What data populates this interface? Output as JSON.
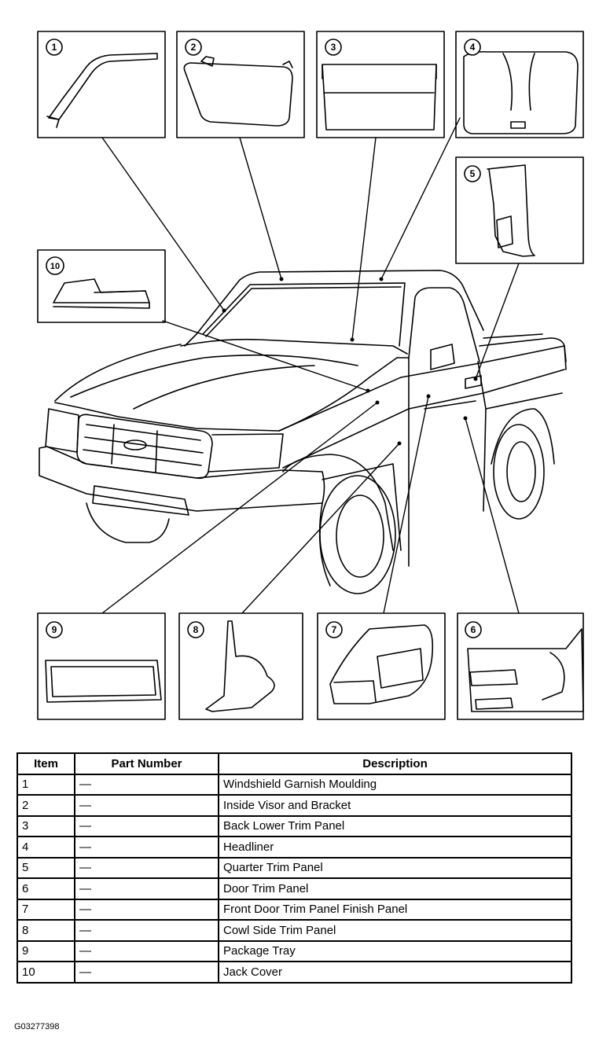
{
  "callouts": [
    {
      "item": "1"
    },
    {
      "item": "2"
    },
    {
      "item": "3"
    },
    {
      "item": "4"
    },
    {
      "item": "5"
    },
    {
      "item": "6"
    },
    {
      "item": "7"
    },
    {
      "item": "8"
    },
    {
      "item": "9"
    },
    {
      "item": "10"
    }
  ],
  "table": {
    "headers": [
      "Item",
      "Part Number",
      "Description"
    ],
    "rows": [
      {
        "item": "1",
        "part_number": "—",
        "description": "Windshield Garnish Moulding"
      },
      {
        "item": "2",
        "part_number": "—",
        "description": "Inside Visor and Bracket"
      },
      {
        "item": "3",
        "part_number": "—",
        "description": "Back Lower Trim Panel"
      },
      {
        "item": "4",
        "part_number": "—",
        "description": "Headliner"
      },
      {
        "item": "5",
        "part_number": "—",
        "description": "Quarter Trim Panel"
      },
      {
        "item": "6",
        "part_number": "—",
        "description": "Door Trim Panel"
      },
      {
        "item": "7",
        "part_number": "—",
        "description": "Front Door Trim Panel Finish Panel"
      },
      {
        "item": "8",
        "part_number": "—",
        "description": "Cowl Side Trim Panel"
      },
      {
        "item": "9",
        "part_number": "—",
        "description": "Package Tray"
      },
      {
        "item": "10",
        "part_number": "—",
        "description": "Jack Cover"
      }
    ]
  },
  "figure_id": "G03277398"
}
